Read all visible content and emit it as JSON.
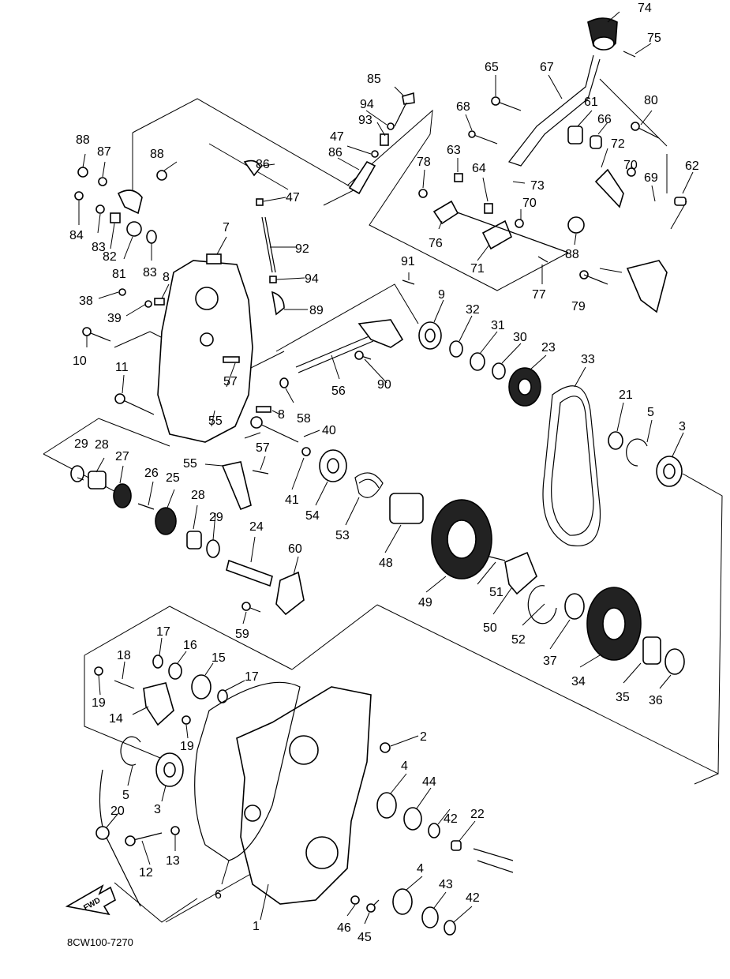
{
  "diagram": {
    "code": "8CW100-7270",
    "fwd_label": "FWD",
    "callouts": [
      "1",
      "2",
      "3",
      "3",
      "4",
      "4",
      "5",
      "5",
      "6",
      "7",
      "8",
      "8",
      "9",
      "10",
      "11",
      "12",
      "13",
      "14",
      "15",
      "16",
      "17",
      "17",
      "18",
      "19",
      "19",
      "20",
      "21",
      "22",
      "23",
      "24",
      "25",
      "26",
      "27",
      "28",
      "28",
      "29",
      "29",
      "30",
      "31",
      "32",
      "33",
      "34",
      "35",
      "36",
      "37",
      "38",
      "39",
      "40",
      "41",
      "42",
      "42",
      "43",
      "44",
      "45",
      "46",
      "47",
      "47",
      "48",
      "49",
      "50",
      "51",
      "52",
      "53",
      "54",
      "55",
      "55",
      "56",
      "57",
      "57",
      "58",
      "59",
      "60",
      "61",
      "62",
      "63",
      "64",
      "65",
      "66",
      "67",
      "68",
      "69",
      "70",
      "70",
      "71",
      "72",
      "73",
      "74",
      "75",
      "76",
      "77",
      "78",
      "79",
      "80",
      "81",
      "82",
      "83",
      "83",
      "84",
      "85",
      "86",
      "86",
      "87",
      "88",
      "88",
      "88",
      "89",
      "90",
      "91",
      "92",
      "93",
      "94",
      "94"
    ]
  }
}
